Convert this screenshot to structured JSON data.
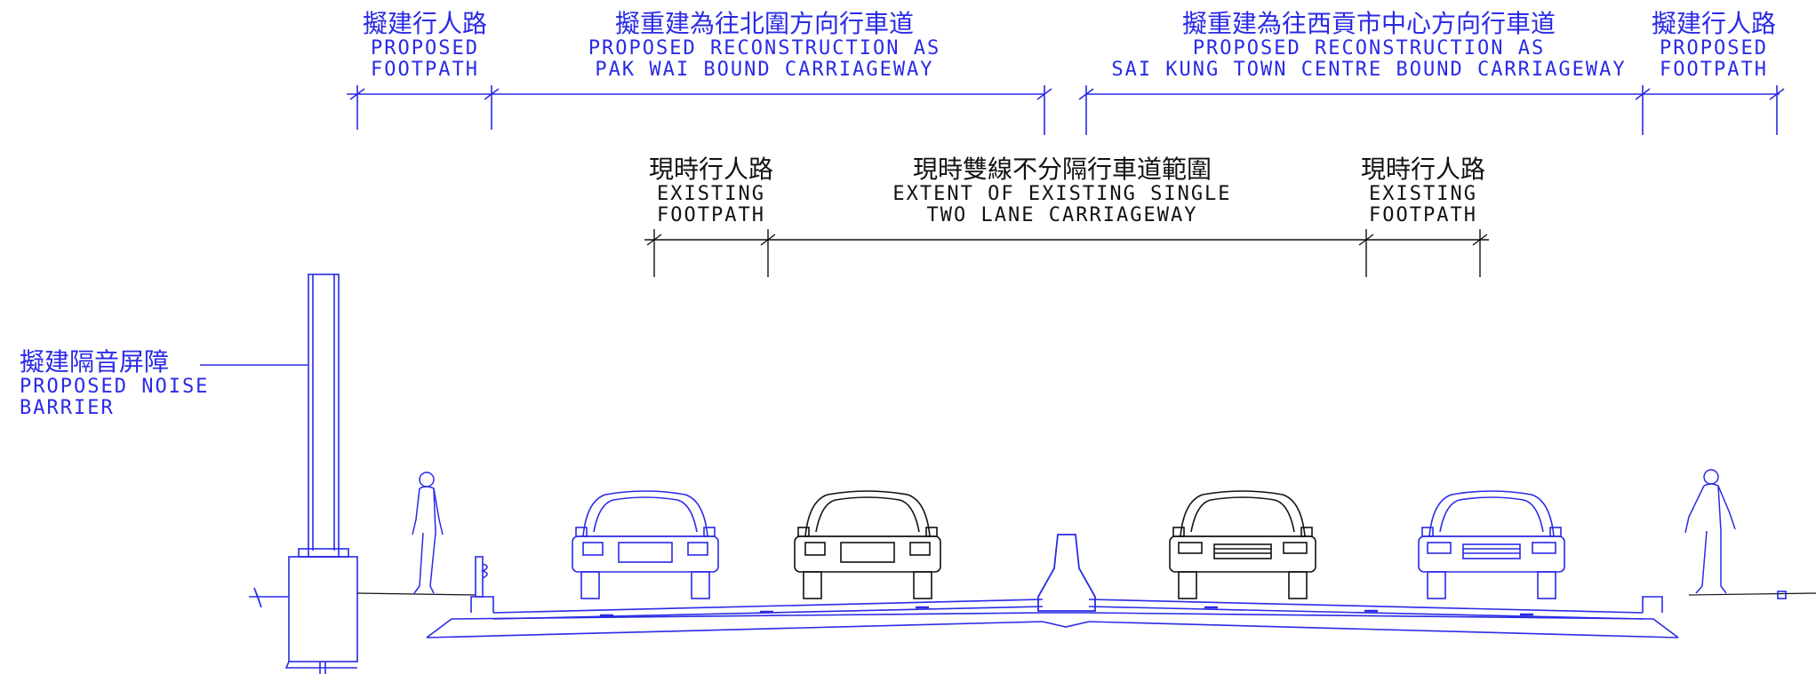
{
  "colors": {
    "proposed": "#2a2ae6",
    "existing": "#111111"
  },
  "proposed_top": [
    {
      "zh": "擬建行人路",
      "en": [
        "PROPOSED",
        "FOOTPATH"
      ]
    },
    {
      "zh": "擬重建為往北圍方向行車道",
      "en": [
        "PROPOSED RECONSTRUCTION AS",
        "PAK WAI BOUND CARRIAGEWAY"
      ]
    },
    {
      "zh": "擬重建為往西貢市中心方向行車道",
      "en": [
        "PROPOSED RECONSTRUCTION AS",
        "SAI KUNG TOWN CENTRE BOUND CARRIAGEWAY"
      ]
    },
    {
      "zh": "擬建行人路",
      "en": [
        "PROPOSED",
        "FOOTPATH"
      ]
    }
  ],
  "existing": [
    {
      "zh": "現時行人路",
      "en": [
        "EXISTING",
        "FOOTPATH"
      ]
    },
    {
      "zh": "現時雙線不分隔行車道範圍",
      "en": [
        "EXTENT OF EXISTING SINGLE",
        "TWO LANE CARRIAGEWAY"
      ]
    },
    {
      "zh": "現時行人路",
      "en": [
        "EXISTING",
        "FOOTPATH"
      ]
    }
  ],
  "noise_barrier": {
    "zh": "擬建隔音屏障",
    "en": [
      "PROPOSED NOISE",
      "BARRIER"
    ]
  },
  "figures": {
    "pedestrians": 2,
    "cars": 4
  }
}
